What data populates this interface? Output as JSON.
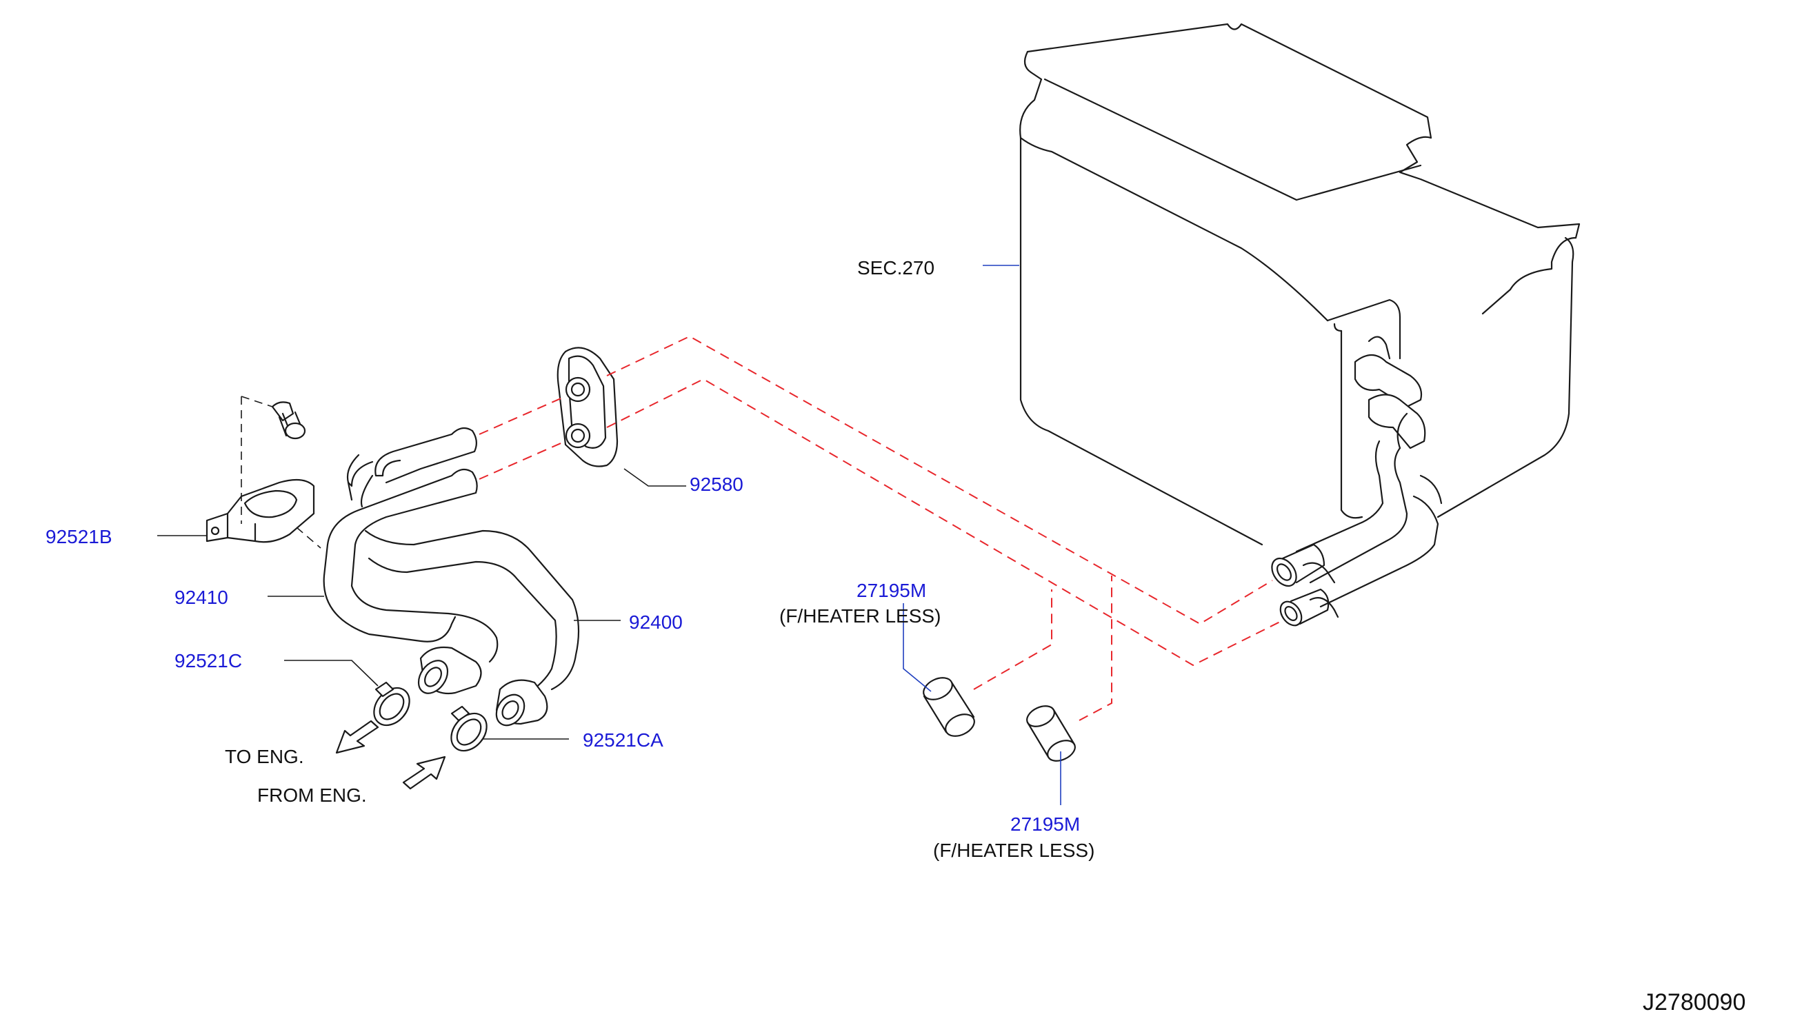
{
  "callouts": {
    "sec270": "SEC.270",
    "p92580": "92580",
    "p92521B": "92521B",
    "p92410": "92410",
    "p92400": "92400",
    "p92521C": "92521C",
    "p92521CA": "92521CA",
    "p27195M_a": "27195M",
    "p27195M_b": "27195M"
  },
  "notes": {
    "heater_less_a": "(F/HEATER   LESS)",
    "heater_less_b": "(F/HEATER   LESS)",
    "to_eng": "TO   ENG.",
    "from_eng": "FROM   ENG."
  },
  "drawing_number": "J2780090",
  "colors": {
    "part_number": "#1a1ad6",
    "phantom_line": "#e8262b",
    "outline": "#1a1a1a"
  }
}
